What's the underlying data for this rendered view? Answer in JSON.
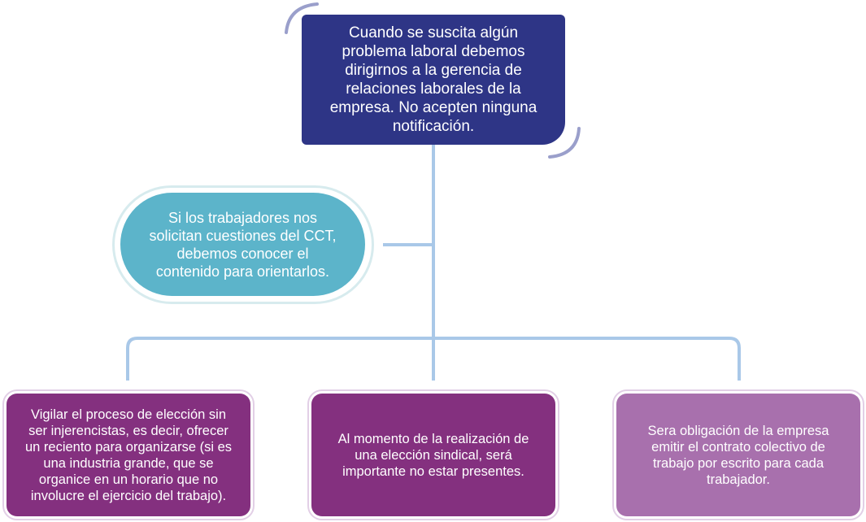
{
  "diagram": {
    "top_node": {
      "text": "Cuando se suscita algún problema laboral debemos dirigirnos a la gerencia de relaciones laborales de la empresa. No acepten ninguna notificación."
    },
    "side_node": {
      "text": "Si los trabajadores nos solicitan cuestiones del CCT, debemos conocer el contenido para orientarlos."
    },
    "children": [
      {
        "text": "Vigilar el proceso de elección sin ser injerencistas, es decir, ofrecer un reciento para organizarse (si es una industria grande, que se organice en un horario que no involucre el ejercicio del trabajo)."
      },
      {
        "text": "Al momento de la realización de una elección sindical, será importante no estar presentes."
      },
      {
        "text": "Sera obligación de la empresa emitir el contrato colectivo de trabajo por escrito para cada trabajador."
      }
    ],
    "colors": {
      "top_node": "#2e3586",
      "side_node": "#5cb4ca",
      "child_dark": "#84307f",
      "child_light": "#a870ad",
      "connector": "#a9c8e8",
      "accent_arc": "#9a9fcb"
    }
  }
}
